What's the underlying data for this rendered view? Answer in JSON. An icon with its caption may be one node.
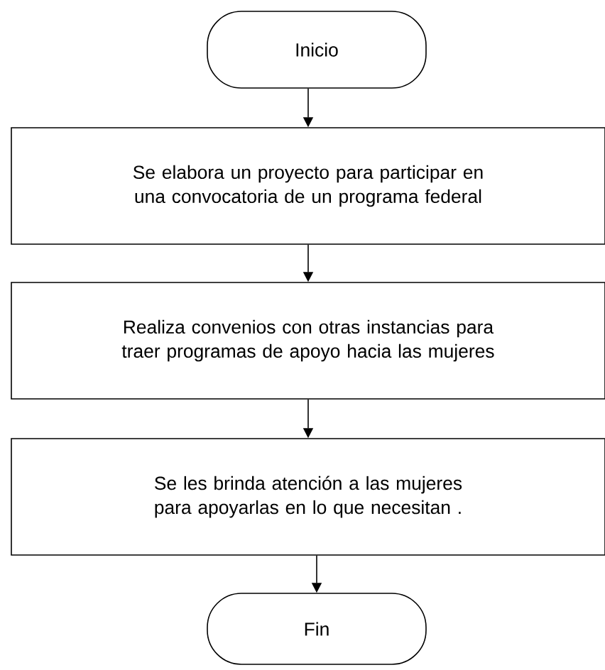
{
  "diagram": {
    "nodes": [
      {
        "text": [
          "Inicio"
        ]
      },
      {
        "text": [
          "Se elabora un proyecto para participar en una convocatoria de un programa federal"
        ]
      },
      {
        "text": [
          "Realiza convenios con otras instancias para traer programas de apoyo hacia las mujeres"
        ]
      },
      {
        "text": [
          "Se les brinda atención a las mujeres para apoyarlas en lo que necesitan ."
        ]
      },
      {
        "text": [
          "Fin"
        ]
      }
    ],
    "edges": [
      {
        "from": 0,
        "to": 1,
        "arrow": "to"
      },
      {
        "from": 1,
        "to": 2,
        "arrow": "to"
      },
      {
        "from": 2,
        "to": 3,
        "arrow": "to"
      },
      {
        "from": 3,
        "to": 4,
        "arrow": "to"
      }
    ]
  }
}
